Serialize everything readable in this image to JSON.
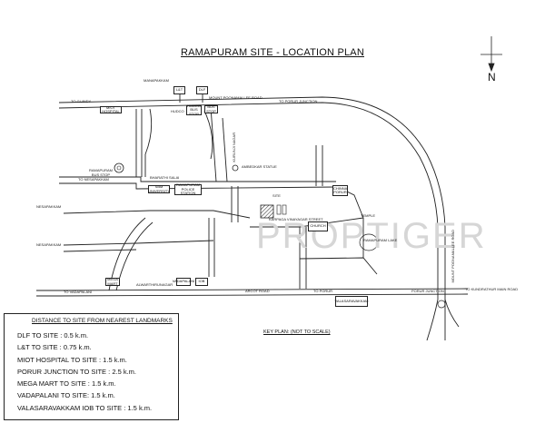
{
  "title": "RAMAPURAM SITE - LOCATION PLAN",
  "north_label": "N",
  "watermark": "PROPTIGER",
  "key_plan": "KEY PLAN: (NOT TO SCALE)",
  "legend": {
    "heading": "DISTANCE TO SITE FROM NEAREST LANDMARKS",
    "items": [
      "DLF TO SITE : 0.5 k.m.",
      "L&T TO SITE : 0.75 k.m.",
      "MIOT HOSPITAL TO SITE : 1.5 k.m.",
      "PORUR JUNCTION TO SITE : 2.5 k.m.",
      "MEGA MART TO SITE : 1.5 k.m.",
      "VADAPALANI TO SITE: 1.5 k.m.",
      "VALASARAVAKKAM IOB TO SITE : 1.5 k.m."
    ]
  },
  "map_labels": {
    "manapakkam": "MANAPAKKAM",
    "lt": "L&T",
    "dlf": "DLF",
    "to_guindy": "TO GUINDY",
    "mount_poonamallee": "MOUNT POONAMALLEE ROAD",
    "to_porur": "TO PORUR JUNCTION",
    "miot": "MIOT HOSPITAL",
    "hudco": "HUDCO",
    "hudco_bus": "HUDCO BUS STOP",
    "bus_stop": "BUS STOP",
    "ramapuram_bus": "RAMAPURAM BUS STOP",
    "ambedkar": "AMBEDKAR STATUE",
    "kurunji_nagar": "KURUNJI NAGAR",
    "bharathi_salai": "BHARATHI SALAI",
    "to_nesapakkam": "TO NESAPAKKAM",
    "sbm_university": "SBM UNIVERSITY",
    "police_station": "RAMAPURAM POLICE STATION",
    "site": "SITE",
    "chinna_porur": "CHINNA PORUR",
    "karpaga_vinayagar": "KARPAGA VINAYAGAR STREET",
    "church": "CHURCH",
    "temple": "TEMPLE",
    "mount_poonamallee_v": "MOUNT POONAMALLEE ROAD",
    "nesapakkam_1": "NESAPAKKAM",
    "nesapakkam_2": "NESAPAKKAM",
    "mega_mart": "MEGA MART",
    "alwarthirunagar": "ALWARTHIRUNAGAR",
    "vadapalani": "VADAPALANI",
    "to_vadapalani": "TO VADAPALANI",
    "porur_junction": "PORUR JUNCTION",
    "valasaravakkam": "VALASARAVAKKAM",
    "iob": "IOB",
    "arcot_road": "ARCOT ROAD",
    "to_porur_2": "TO PORUR",
    "to_kundrathur": "TO KUNDRATHUR MAIN ROAD",
    "ramapuram_lake": "RAMAPURAM LAKE"
  }
}
